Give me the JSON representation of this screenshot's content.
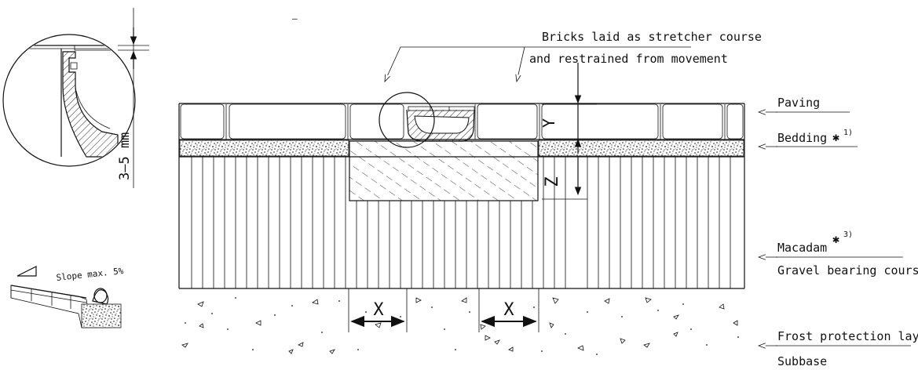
{
  "labels": {
    "bricks_line1": "Bricks laid as stretcher course",
    "bricks_line2": "and restrained from movement",
    "paving": "Paving",
    "bedding": "Bedding",
    "bedding_note": "1)",
    "macadam": "Macadam",
    "macadam_note": "3)",
    "gravel": "Gravel bearing course",
    "frost_line1": "Frost protection layer/",
    "frost_line2": "Subbase",
    "slope": "Slope max. 5%",
    "gap": "3–5  mm",
    "dim_y": "Y",
    "dim_z": "Z",
    "dim_x_left": "X",
    "dim_x_right": "X",
    "asterisk": "✱",
    "stray_mark": "–"
  },
  "colors": {
    "line": "#111111",
    "background": "#ffffff"
  }
}
